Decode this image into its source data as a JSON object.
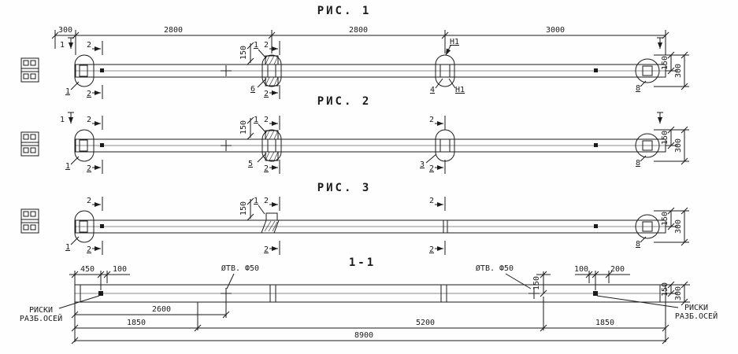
{
  "titles": {
    "fig1": "РИС. 1",
    "fig2": "РИС. 2",
    "fig3": "РИС. 3",
    "section": "1-1"
  },
  "top_dims": [
    "300",
    "2800",
    "2800",
    "3000"
  ],
  "marks": {
    "cut1": "1",
    "cut2": "2",
    "n1": "Н1"
  },
  "dims": {
    "d100": "100",
    "d150": "150",
    "d200": "200",
    "d300": "300",
    "d450": "450",
    "d1850": "1850",
    "d2600": "2600",
    "d5200": "5200",
    "d8900": "8900"
  },
  "callouts": {
    "end_left": "1",
    "joint_flag": "1",
    "fig1_joint": "6",
    "fig1_mid": "4",
    "fig2_joint": "5",
    "fig2_mid": "3",
    "end_right": "8"
  },
  "labels": {
    "hole": "ØТВ. Ф50",
    "risk_line1": "РИСКИ",
    "risk_line2": "РАЗБ.ОСЕЙ"
  }
}
